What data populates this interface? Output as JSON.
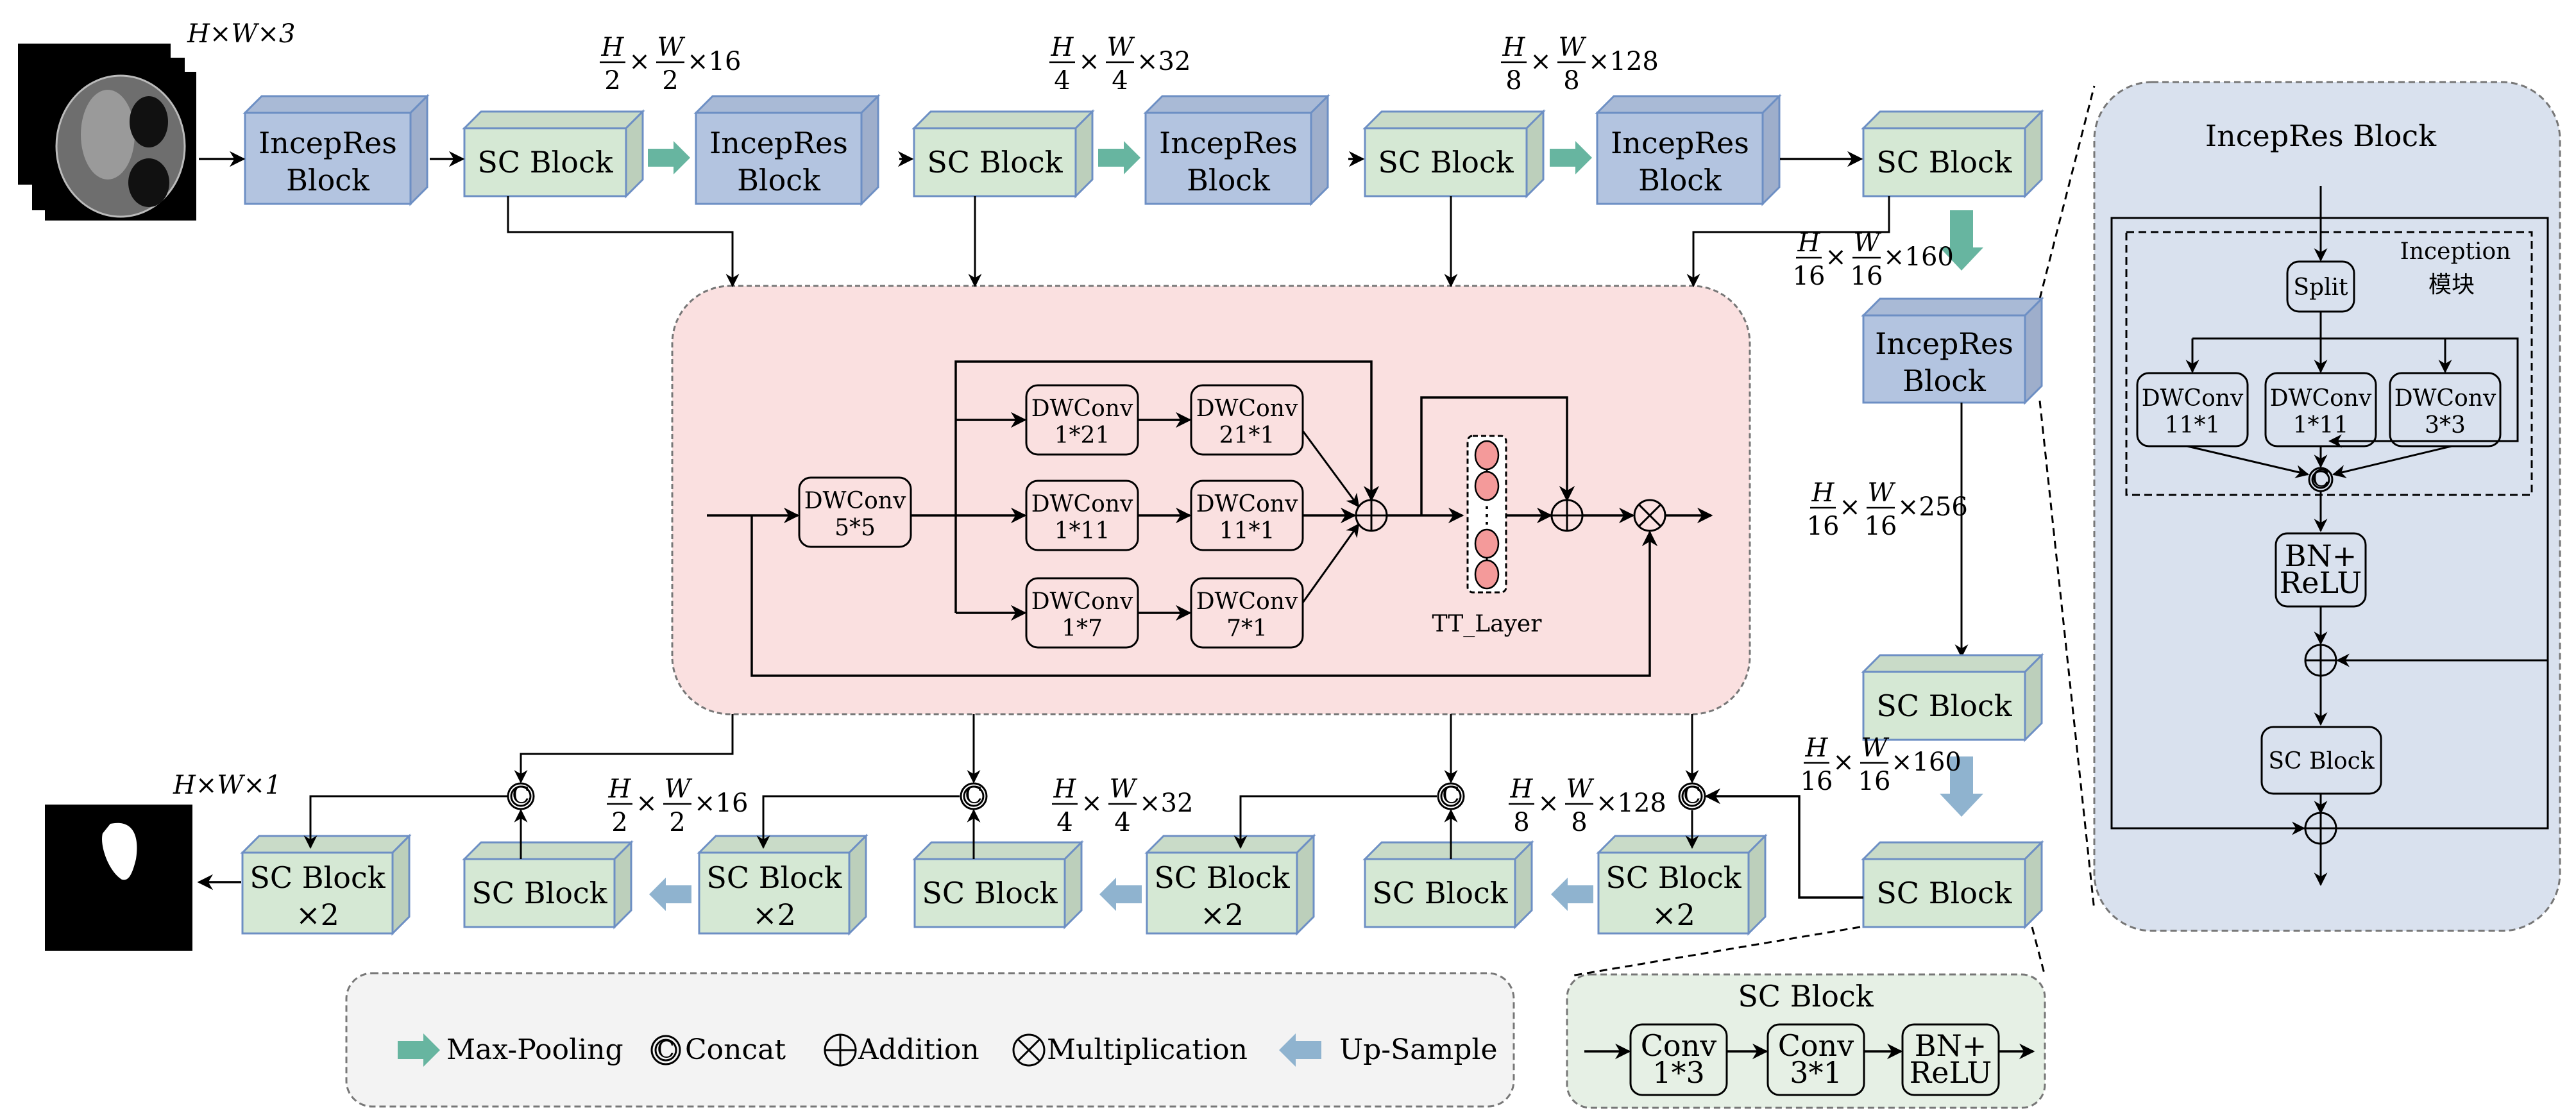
{
  "colors": {
    "inceptres_front": "#b3c4e0",
    "inceptres_top": "#a9bad6",
    "inceptres_side": "#9eaecb",
    "inceptres_stroke": "#6d8fc4",
    "sc_front": "#d5e8d4",
    "sc_top": "#c9dbc8",
    "sc_side": "#bccfbb",
    "sc_stroke": "#6d8fc4",
    "maxpool_arrow": "#67b5a0",
    "upsample_arrow": "#8fb3cf",
    "attention_bg": "#fae0e0",
    "inceptres_panel_bg": "#d9e1ee",
    "legend_bg": "#f3f3f3",
    "sc_panel_bg": "#e6f0e5",
    "tt_node": "#f49a9a"
  },
  "input": {
    "label": "H×W×3",
    "name": "CT slice stack"
  },
  "output": {
    "label": "H×W×1",
    "name": "Segmentation mask"
  },
  "encoder": {
    "blocks": [
      {
        "label1": "IncepRes",
        "label2": "Block",
        "type": "inceptres"
      },
      {
        "label1": "SC Block",
        "label2": "",
        "type": "sc"
      },
      {
        "label1": "IncepRes",
        "label2": "Block",
        "type": "inceptres"
      },
      {
        "label1": "SC Block",
        "label2": "",
        "type": "sc"
      },
      {
        "label1": "IncepRes",
        "label2": "Block",
        "type": "inceptres"
      },
      {
        "label1": "SC Block",
        "label2": "",
        "type": "sc"
      },
      {
        "label1": "IncepRes",
        "label2": "Block",
        "type": "inceptres"
      },
      {
        "label1": "SC Block",
        "label2": "",
        "type": "sc"
      }
    ],
    "dims": [
      {
        "num": "H",
        "den": "2",
        "num2": "W",
        "den2": "2",
        "ch": "×16"
      },
      {
        "num": "H",
        "den": "4",
        "num2": "W",
        "den2": "4",
        "ch": "×32"
      },
      {
        "num": "H",
        "den": "8",
        "num2": "W",
        "den2": "8",
        "ch": "×128"
      }
    ]
  },
  "bottleneck": {
    "inceptres": {
      "label1": "IncepRes",
      "label2": "Block"
    },
    "sc": {
      "label1": "SC Block"
    },
    "sc2": {
      "label1": "SC Block"
    },
    "dim_in": {
      "num": "H",
      "den": "16",
      "num2": "W",
      "den2": "16",
      "ch": "×160"
    },
    "dim_mid": {
      "num": "H",
      "den": "16",
      "num2": "W",
      "den2": "16",
      "ch": "×256"
    },
    "dim_out": {
      "num": "H",
      "den": "16",
      "num2": "W",
      "den2": "16",
      "ch": "×160"
    }
  },
  "decoder": {
    "blocks": [
      {
        "label1": "SC Block",
        "label2": "×2"
      },
      {
        "label1": "SC Block",
        "label2": ""
      },
      {
        "label1": "SC Block",
        "label2": "×2"
      },
      {
        "label1": "SC Block",
        "label2": ""
      },
      {
        "label1": "SC Block",
        "label2": "×2"
      },
      {
        "label1": "SC Block",
        "label2": ""
      },
      {
        "label1": "SC Block",
        "label2": "×2"
      }
    ],
    "dims": [
      {
        "num": "H",
        "den": "2",
        "num2": "W",
        "den2": "2",
        "ch": "×16"
      },
      {
        "num": "H",
        "den": "4",
        "num2": "W",
        "den2": "4",
        "ch": "×32"
      },
      {
        "num": "H",
        "den": "8",
        "num2": "W",
        "den2": "8",
        "ch": "×128"
      }
    ],
    "concat_symbol": "C"
  },
  "attention": {
    "input_conv": {
      "l1": "DWConv",
      "l2": "5*5"
    },
    "branches": [
      {
        "a1": "DWConv",
        "a2": "1*21",
        "b1": "DWConv",
        "b2": "21*1"
      },
      {
        "a1": "DWConv",
        "a2": "1*11",
        "b1": "DWConv",
        "b2": "11*1"
      },
      {
        "a1": "DWConv",
        "a2": "1*7",
        "b1": "DWConv",
        "b2": "7*1"
      }
    ],
    "tt_label": "TT_Layer",
    "tt_dots": "⋮"
  },
  "inceptres_panel": {
    "title": "IncepRes Block",
    "split": "Split",
    "inception_label1": "Inception",
    "inception_label2": "模块",
    "convs": [
      {
        "l1": "DWConv",
        "l2": "11*1"
      },
      {
        "l1": "DWConv",
        "l2": "1*11"
      },
      {
        "l1": "DWConv",
        "l2": "3*3"
      }
    ],
    "concat": "C",
    "bn1": "BN+",
    "bn2": "ReLU",
    "sc": "SC Block"
  },
  "sc_panel": {
    "title": "SC Block",
    "ops": [
      {
        "l1": "Conv",
        "l2": "1*3"
      },
      {
        "l1": "Conv",
        "l2": "3*1"
      },
      {
        "l1": "BN+",
        "l2": "ReLU"
      }
    ]
  },
  "legend": {
    "items": [
      {
        "icon": "maxpool-arrow",
        "label": "Max-Pooling"
      },
      {
        "icon": "concat-symbol",
        "glyph": "C",
        "label": "Concat"
      },
      {
        "icon": "addition-symbol",
        "label": "Addition"
      },
      {
        "icon": "multiplication-symbol",
        "label": "Multiplication"
      },
      {
        "icon": "upsample-arrow",
        "label": "Up-Sample"
      }
    ]
  }
}
